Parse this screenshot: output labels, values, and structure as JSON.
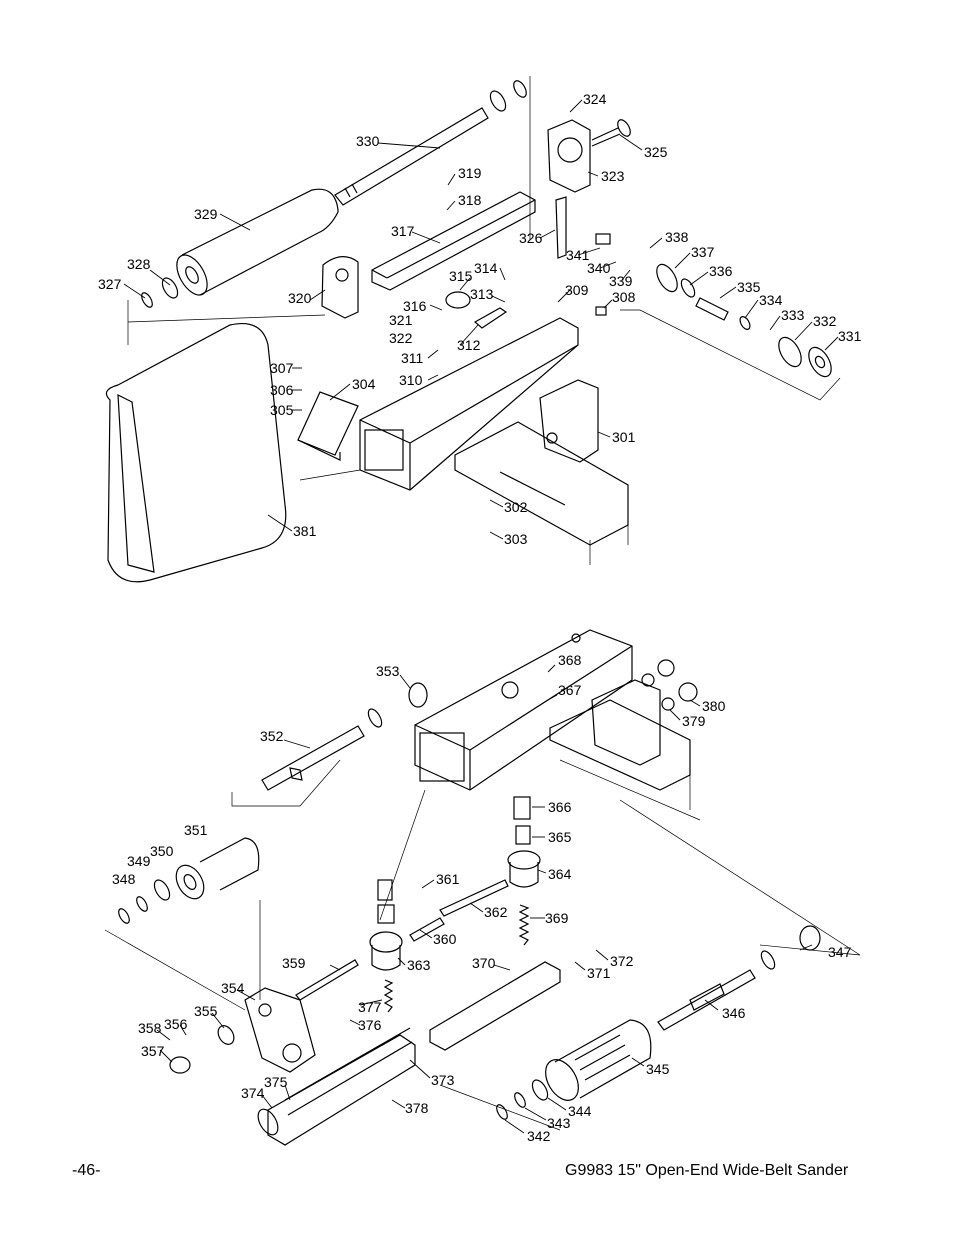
{
  "footer": {
    "page_number": "-46-",
    "document_title": "G9983 15\" Open-End Wide-Belt Sander"
  },
  "diagram": {
    "upper_labels": [
      "301",
      "302",
      "303",
      "304",
      "305",
      "306",
      "307",
      "308",
      "309",
      "310",
      "311",
      "312",
      "313",
      "314",
      "315",
      "316",
      "317",
      "318",
      "319",
      "320",
      "321",
      "322",
      "323",
      "324",
      "325",
      "326",
      "327",
      "328",
      "329",
      "330",
      "331",
      "332",
      "333",
      "334",
      "335",
      "336",
      "337",
      "338",
      "339",
      "340",
      "341",
      "381"
    ],
    "lower_labels": [
      "342",
      "343",
      "344",
      "345",
      "346",
      "347",
      "348",
      "349",
      "350",
      "351",
      "352",
      "353",
      "354",
      "355",
      "356",
      "357",
      "358",
      "359",
      "360",
      "361",
      "362",
      "363",
      "364",
      "365",
      "366",
      "367",
      "368",
      "369",
      "370",
      "371",
      "372",
      "373",
      "374",
      "375",
      "376",
      "377",
      "378",
      "379",
      "380"
    ]
  }
}
